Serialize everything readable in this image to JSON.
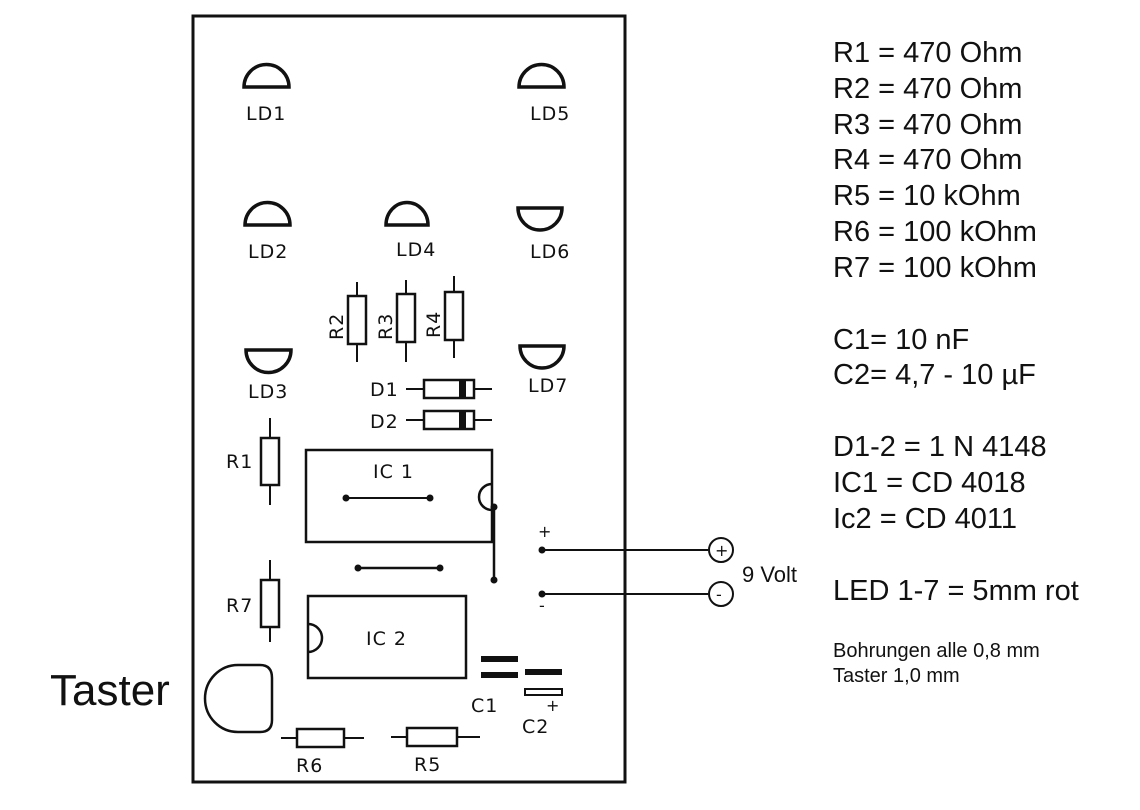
{
  "board": {
    "leds": [
      {
        "label": "LD1"
      },
      {
        "label": "LD2"
      },
      {
        "label": "LD3"
      },
      {
        "label": "LD4"
      },
      {
        "label": "LD5"
      },
      {
        "label": "LD6"
      },
      {
        "label": "LD7"
      }
    ],
    "resistors": [
      {
        "label": "R1"
      },
      {
        "label": "R2"
      },
      {
        "label": "R3"
      },
      {
        "label": "R4"
      },
      {
        "label": "R5"
      },
      {
        "label": "R6"
      },
      {
        "label": "R7"
      }
    ],
    "diodes": [
      {
        "label": "D1"
      },
      {
        "label": "D2"
      }
    ],
    "ics": [
      {
        "label": "IC 1"
      },
      {
        "label": "IC 2"
      }
    ],
    "capacitors": [
      {
        "label": "C1"
      },
      {
        "label": "C2"
      }
    ],
    "c2_polarity": "+",
    "plus_sign": "+",
    "minus_sign": "-",
    "terminal_plus": "+",
    "terminal_minus": "-",
    "voltage": "9 Volt",
    "button_label": "Taster"
  },
  "legend": {
    "resistors": [
      "R1 = 470 Ohm",
      "R2 = 470 Ohm",
      "R3 = 470 Ohm",
      "R4 = 470 Ohm",
      "R5 = 10 kOhm",
      "R6 = 100 kOhm",
      "R7 = 100 kOhm"
    ],
    "capacitors": [
      "C1= 10 nF",
      "C2= 4,7 - 10 µF"
    ],
    "semiconductors": [
      "D1-2 = 1 N 4148",
      "IC1 = CD 4018",
      "Ic2 = CD 4011"
    ],
    "led": "LED 1-7 = 5mm rot",
    "notes": [
      "Bohrungen alle 0,8 mm",
      "Taster 1,0 mm"
    ]
  }
}
